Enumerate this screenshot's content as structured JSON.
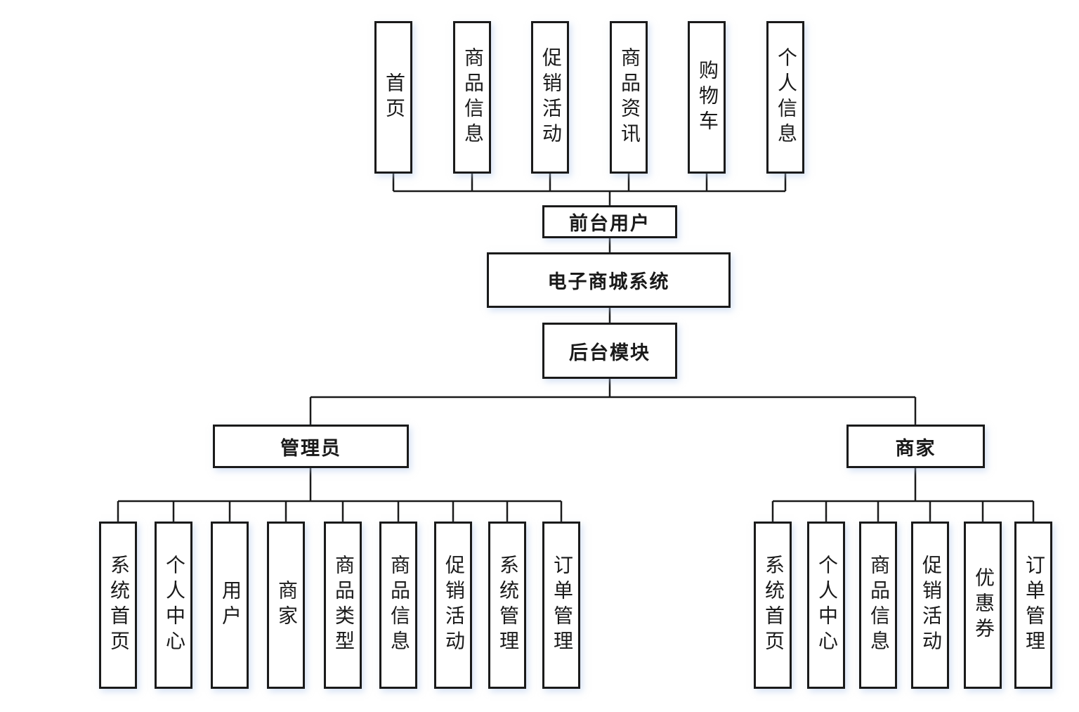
{
  "diagram": {
    "root_label": "电子商城系统",
    "front": {
      "hub_label": "前台用户",
      "modules": [
        "首页",
        "商品信息",
        "促销活动",
        "商品资讯",
        "购物车",
        "个人信息"
      ]
    },
    "back": {
      "hub_label": "后台模块",
      "branches": [
        {
          "label": "管理员",
          "modules": [
            "系统首页",
            "个人中心",
            "用户",
            "商家",
            "商品类型",
            "商品信息",
            "促销活动",
            "系统管理",
            "订单管理"
          ]
        },
        {
          "label": "商家",
          "modules": [
            "系统首页",
            "个人中心",
            "商品信息",
            "促销活动",
            "优惠券",
            "订单管理"
          ]
        }
      ]
    }
  },
  "colors": {
    "ink": "#1a1a1a",
    "paper": "#ffffff",
    "shadow": "rgba(174,198,235,0.5)"
  }
}
